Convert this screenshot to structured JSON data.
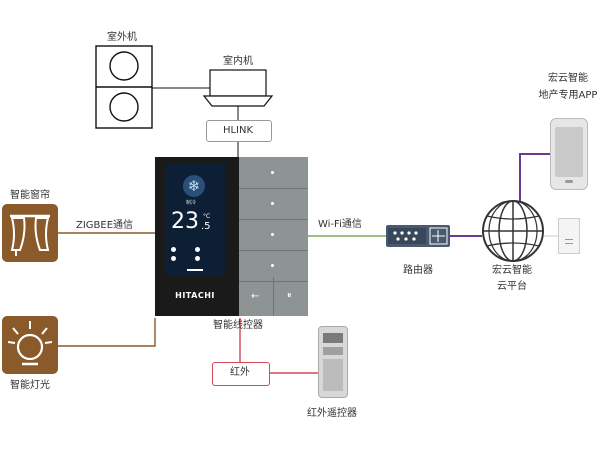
{
  "nodes": {
    "outdoor_unit": "室外机",
    "indoor_unit": "室内机",
    "hlink": "HLINK",
    "curtain": "智能窗帘",
    "zigbee": "ZIGBEE通信",
    "lighting": "智能灯光",
    "controller": "智能线控器",
    "wifi": "Wi-Fi通信",
    "router": "路由器",
    "cloud_line1": "宏云智能",
    "cloud_line2": "云平台",
    "app_line1": "宏云智能",
    "app_line2": "地产专用APP",
    "ir": "红外",
    "ir_remote": "红外遥控器"
  },
  "screen": {
    "brand": "HITACHI",
    "temp_int": "23",
    "temp_dec": ".5",
    "unit": "°C",
    "mode": "制冷"
  },
  "colors": {
    "brown": "#8a5a2b",
    "wifi_green": "#7aab55",
    "purple": "#6b3a8c",
    "ir_red": "#d04a5a",
    "black_line": "#111111",
    "panel_gray": "#8e9394"
  }
}
